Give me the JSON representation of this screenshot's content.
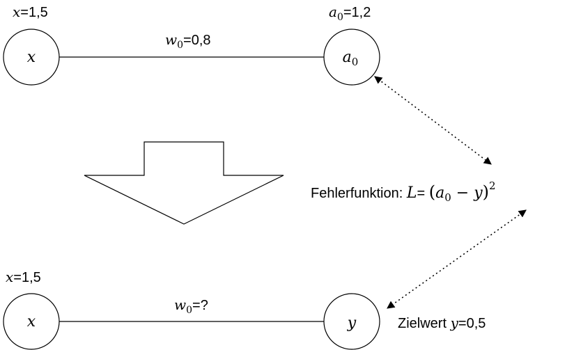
{
  "top": {
    "x_label": {
      "var": "x",
      "text": "=1,5"
    },
    "a0_label": {
      "var": "a",
      "sub": "0",
      "text": "=1,2"
    },
    "weight_label": {
      "var": "w",
      "sub": "0",
      "text": "=0,8"
    },
    "node_left": {
      "var": "x"
    },
    "node_right": {
      "var": "a",
      "sub": "0"
    }
  },
  "middle": {
    "loss_text": "Fehlerfunktion: ",
    "loss_symbol": "L",
    "loss_eq": "= ",
    "loss_expr_a": "a",
    "loss_expr_sub": "0",
    "loss_expr_minus": " − ",
    "loss_expr_y": "y",
    "loss_exp": "2"
  },
  "bottom": {
    "x_label": {
      "var": "x",
      "text": "=1,5"
    },
    "weight_label": {
      "var": "w",
      "sub": "0",
      "text": "=?"
    },
    "node_left": {
      "var": "x"
    },
    "node_right": {
      "var": "y"
    },
    "target_label": {
      "prefix": "Zielwert ",
      "var": "y",
      "text": "=0,5"
    }
  }
}
